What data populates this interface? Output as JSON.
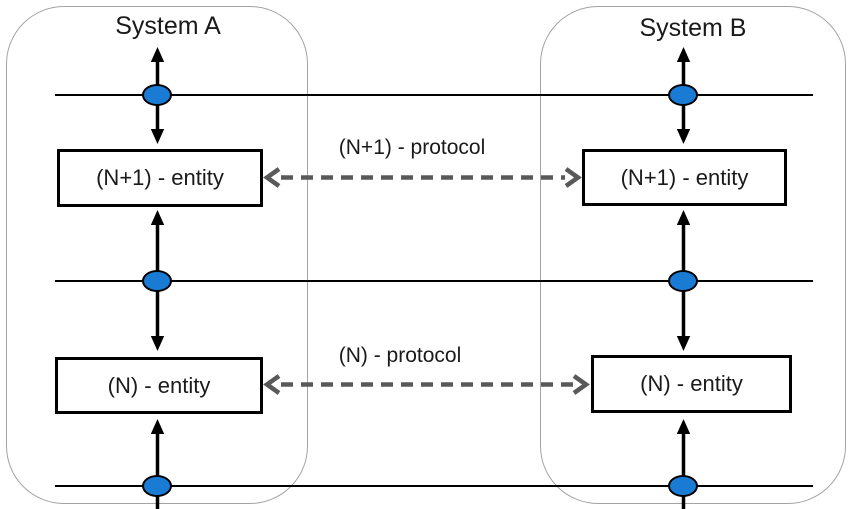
{
  "diagram": {
    "systems": [
      {
        "id": "A",
        "title": "System A",
        "entities": [
          "(N+1) - entity",
          "(N) - entity"
        ]
      },
      {
        "id": "B",
        "title": "System B",
        "entities": [
          "(N+1) - entity",
          "(N) - entity"
        ]
      }
    ],
    "protocols": [
      "(N+1) - protocol",
      "(N) - protocol"
    ],
    "icons": {
      "sap": "service-access-point-dot",
      "vertical_link": "double-arrow-icon",
      "protocol_link": "dashed-double-arrow-icon"
    },
    "colors": {
      "sap_fill": "#1a7bd5",
      "sap_border": "#000000",
      "protocol_arrow": "#595959",
      "system_border": "#a3a3a3",
      "service_line": "#000000",
      "entity_border": "#000000",
      "text": "#1a1a1a"
    }
  }
}
